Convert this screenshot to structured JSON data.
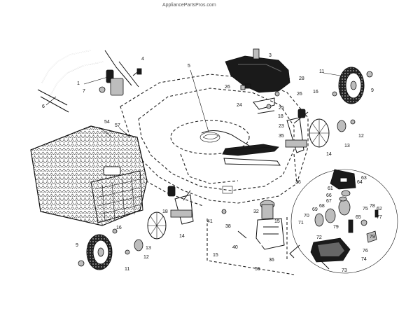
{
  "watermark": "AppliancePartsPros.com",
  "callouts": [
    {
      "id": "c1",
      "text": "1"
    },
    {
      "id": "c3",
      "text": "3"
    },
    {
      "id": "c4",
      "text": "4"
    },
    {
      "id": "c5",
      "text": "5"
    },
    {
      "id": "c6",
      "text": "6"
    },
    {
      "id": "c7",
      "text": "7"
    },
    {
      "id": "c9a",
      "text": "9"
    },
    {
      "id": "c9b",
      "text": "9"
    },
    {
      "id": "c11a",
      "text": "11"
    },
    {
      "id": "c11b",
      "text": "11"
    },
    {
      "id": "c12a",
      "text": "12"
    },
    {
      "id": "c12b",
      "text": "12"
    },
    {
      "id": "c13a",
      "text": "13"
    },
    {
      "id": "c13b",
      "text": "13"
    },
    {
      "id": "c14a",
      "text": "14"
    },
    {
      "id": "c14b",
      "text": "14"
    },
    {
      "id": "c15a",
      "text": "15"
    },
    {
      "id": "c15b",
      "text": "15"
    },
    {
      "id": "c16a",
      "text": "16"
    },
    {
      "id": "c16b",
      "text": "16"
    },
    {
      "id": "c18a",
      "text": "18"
    },
    {
      "id": "c18b",
      "text": "18"
    },
    {
      "id": "c23",
      "text": "23"
    },
    {
      "id": "c24",
      "text": "24"
    },
    {
      "id": "c25",
      "text": "25"
    },
    {
      "id": "c26a",
      "text": "26"
    },
    {
      "id": "c26b",
      "text": "26"
    },
    {
      "id": "c28",
      "text": "28"
    },
    {
      "id": "c32",
      "text": "32"
    },
    {
      "id": "c35",
      "text": "35"
    },
    {
      "id": "c36a",
      "text": "36"
    },
    {
      "id": "c36b",
      "text": "36"
    },
    {
      "id": "c38",
      "text": "38"
    },
    {
      "id": "c40",
      "text": "40"
    },
    {
      "id": "c41",
      "text": "41"
    },
    {
      "id": "c54",
      "text": "54"
    },
    {
      "id": "c57",
      "text": "57"
    },
    {
      "id": "c61",
      "text": "61"
    },
    {
      "id": "c62",
      "text": "62"
    },
    {
      "id": "c63",
      "text": "63"
    },
    {
      "id": "c64",
      "text": "64"
    },
    {
      "id": "c65",
      "text": "65"
    },
    {
      "id": "c66",
      "text": "66"
    },
    {
      "id": "c67",
      "text": "67"
    },
    {
      "id": "c68",
      "text": "68"
    },
    {
      "id": "c69",
      "text": "69"
    },
    {
      "id": "c70",
      "text": "70"
    },
    {
      "id": "c71",
      "text": "71"
    },
    {
      "id": "c72",
      "text": "72"
    },
    {
      "id": "c73",
      "text": "73"
    },
    {
      "id": "c74",
      "text": "74"
    },
    {
      "id": "c75",
      "text": "75"
    },
    {
      "id": "c76",
      "text": "76"
    },
    {
      "id": "c77",
      "text": "77"
    },
    {
      "id": "c78",
      "text": "78"
    },
    {
      "id": "c79a",
      "text": "79"
    },
    {
      "id": "c79b",
      "text": "79"
    },
    {
      "id": "c55",
      "text": "55"
    }
  ]
}
